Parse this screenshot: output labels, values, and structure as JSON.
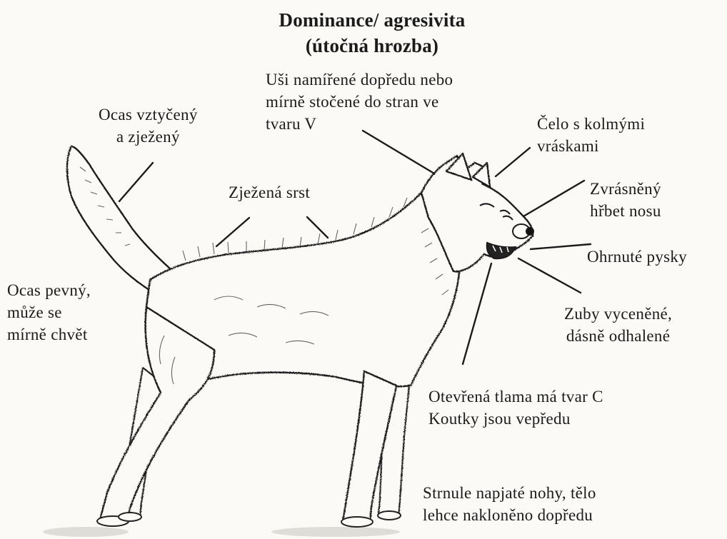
{
  "title": {
    "line1": "Dominance/ agresivita",
    "line2": "(útočná hrozba)"
  },
  "labels": {
    "ears": [
      "Uši namířené dopředu nebo",
      "mírně stočené do stran ve",
      "tvaru V"
    ],
    "tail_up": [
      "Ocas vztyčený",
      "a zježený"
    ],
    "forehead": [
      "Čelo s kolmými",
      "vráskami"
    ],
    "hackles": [
      "Zježená srst"
    ],
    "nose": [
      "Zvrásněný",
      "hřbet nosu"
    ],
    "lips": [
      "Ohrnuté pysky"
    ],
    "tail_firm": [
      "Ocas pevný,",
      "může se",
      "mírně chvět"
    ],
    "teeth": [
      "Zuby vyceněné,",
      "dásně odhalené"
    ],
    "mouth": [
      "Otevřená tlama má tvar C",
      "Koutky jsou vepředu"
    ],
    "legs": [
      "Strnule napjaté nohy, tělo",
      "lehce nakloněno dopředu"
    ]
  }
}
